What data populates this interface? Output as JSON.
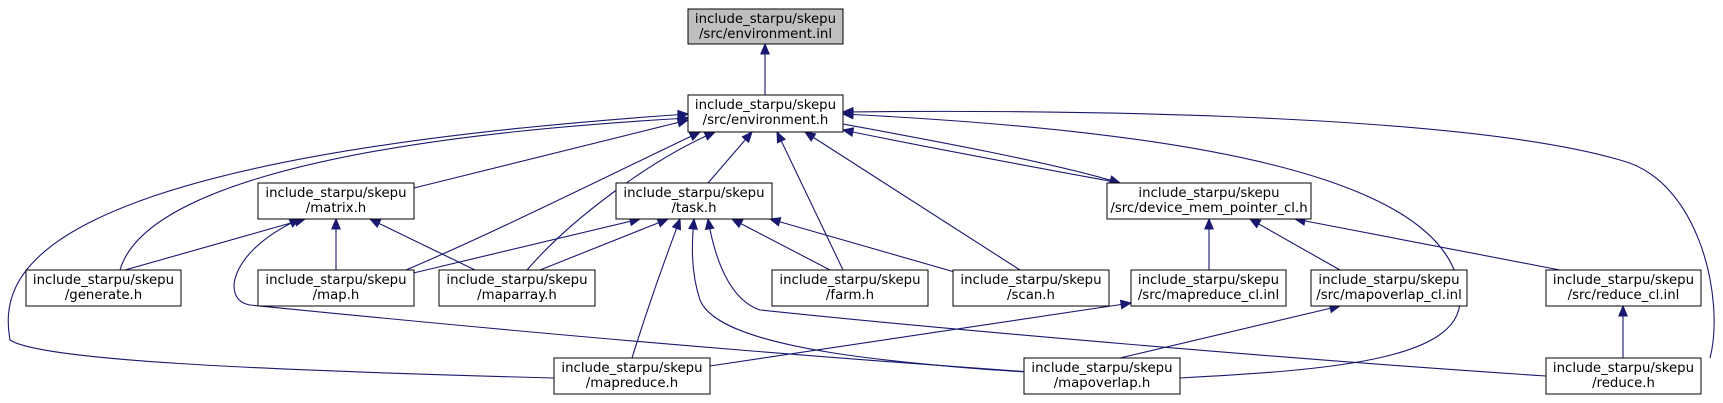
{
  "nodes": [
    {
      "id": "env_inl",
      "line1": "include_starpu/skepu",
      "line2": "/src/environment.inl",
      "highlight": true
    },
    {
      "id": "env_h",
      "line1": "include_starpu/skepu",
      "line2": "/src/environment.h"
    },
    {
      "id": "matrix",
      "line1": "include_starpu/skepu",
      "line2": "/matrix.h"
    },
    {
      "id": "task",
      "line1": "include_starpu/skepu",
      "line2": "/task.h"
    },
    {
      "id": "devmem",
      "line1": "include_starpu/skepu",
      "line2": "/src/device_mem_pointer_cl.h"
    },
    {
      "id": "generate",
      "line1": "include_starpu/skepu",
      "line2": "/generate.h"
    },
    {
      "id": "map",
      "line1": "include_starpu/skepu",
      "line2": "/map.h"
    },
    {
      "id": "maparray",
      "line1": "include_starpu/skepu",
      "line2": "/maparray.h"
    },
    {
      "id": "farm",
      "line1": "include_starpu/skepu",
      "line2": "/farm.h"
    },
    {
      "id": "scan",
      "line1": "include_starpu/skepu",
      "line2": "/scan.h"
    },
    {
      "id": "mapreduce_cl",
      "line1": "include_starpu/skepu",
      "line2": "/src/mapreduce_cl.inl"
    },
    {
      "id": "mapoverlap_cl",
      "line1": "include_starpu/skepu",
      "line2": "/src/mapoverlap_cl.inl"
    },
    {
      "id": "reduce_cl",
      "line1": "include_starpu/skepu",
      "line2": "/src/reduce_cl.inl"
    },
    {
      "id": "mapreduce",
      "line1": "include_starpu/skepu",
      "line2": "/mapreduce.h"
    },
    {
      "id": "mapoverlap",
      "line1": "include_starpu/skepu",
      "line2": "/mapoverlap.h"
    },
    {
      "id": "reduce",
      "line1": "include_starpu/skepu",
      "line2": "/reduce.h"
    }
  ],
  "edges": [
    {
      "from": "env_h",
      "to": "env_inl"
    },
    {
      "from": "matrix",
      "to": "env_h"
    },
    {
      "from": "task",
      "to": "env_h"
    },
    {
      "from": "devmem",
      "to": "env_h"
    },
    {
      "from": "env_h",
      "to": "devmem"
    },
    {
      "from": "generate",
      "to": "env_h"
    },
    {
      "from": "map",
      "to": "env_h"
    },
    {
      "from": "maparray",
      "to": "env_h"
    },
    {
      "from": "farm",
      "to": "env_h"
    },
    {
      "from": "scan",
      "to": "env_h"
    },
    {
      "from": "mapreduce",
      "to": "env_h"
    },
    {
      "from": "mapoverlap",
      "to": "env_h"
    },
    {
      "from": "reduce",
      "to": "env_h"
    },
    {
      "from": "generate",
      "to": "matrix"
    },
    {
      "from": "map",
      "to": "matrix"
    },
    {
      "from": "maparray",
      "to": "matrix"
    },
    {
      "from": "mapoverlap",
      "to": "matrix"
    },
    {
      "from": "map",
      "to": "task"
    },
    {
      "from": "maparray",
      "to": "task"
    },
    {
      "from": "farm",
      "to": "task"
    },
    {
      "from": "scan",
      "to": "task"
    },
    {
      "from": "mapreduce",
      "to": "task"
    },
    {
      "from": "mapoverlap",
      "to": "task"
    },
    {
      "from": "reduce",
      "to": "task"
    },
    {
      "from": "mapreduce_cl",
      "to": "devmem"
    },
    {
      "from": "mapoverlap_cl",
      "to": "devmem"
    },
    {
      "from": "reduce_cl",
      "to": "devmem"
    },
    {
      "from": "mapreduce",
      "to": "mapreduce_cl"
    },
    {
      "from": "mapoverlap",
      "to": "mapoverlap_cl"
    },
    {
      "from": "reduce",
      "to": "reduce_cl"
    }
  ]
}
